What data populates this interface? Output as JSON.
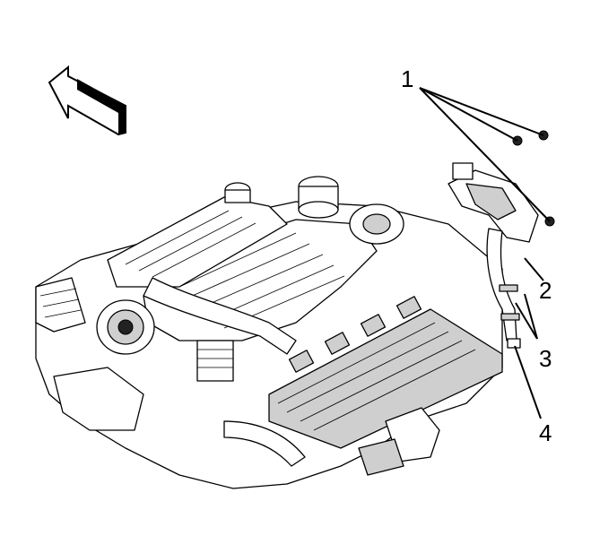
{
  "figure": {
    "callouts": [
      {
        "id": "1",
        "label": "1"
      },
      {
        "id": "2",
        "label": "2"
      },
      {
        "id": "3",
        "label": "3"
      },
      {
        "id": "4",
        "label": "4"
      }
    ],
    "icons": {
      "direction_arrow": "front-direction-arrow-icon",
      "engine": "engine-assembly-illustration",
      "fasteners": "bolt-icon",
      "bracket": "bracket-icon",
      "hose": "hose-icon",
      "clamp": "hose-clamp-icon"
    }
  }
}
